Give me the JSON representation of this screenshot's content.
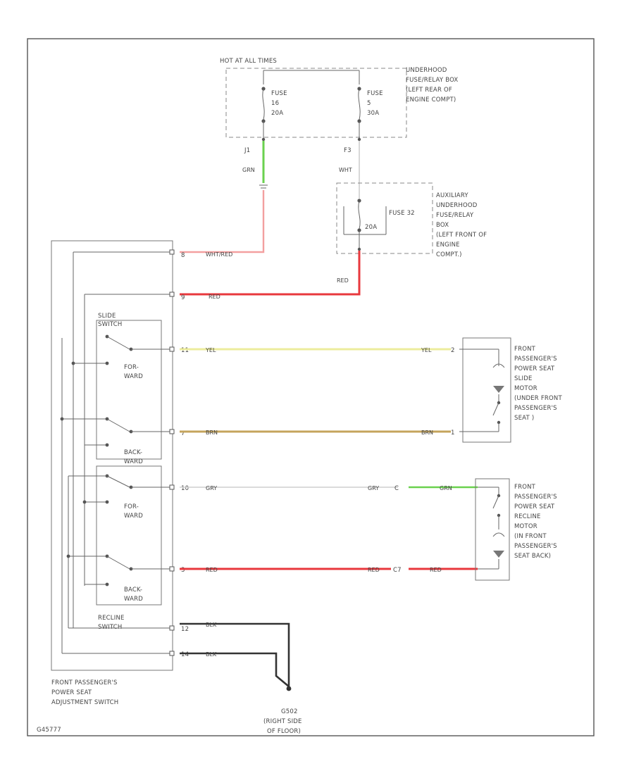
{
  "header": {
    "hot_at_all_times": "HOT AT ALL TIMES"
  },
  "underhood_box": {
    "label": [
      "UNDERHOOD",
      "FUSE/RELAY BOX",
      "(LEFT REAR OF",
      "ENGINE COMPT)"
    ],
    "fuse_a": [
      "FUSE",
      "16",
      "20A"
    ],
    "fuse_b": [
      "FUSE",
      "5",
      "30A"
    ],
    "pin_a": "J1",
    "pin_b": "F3"
  },
  "aux_box": {
    "label": [
      "AUXILIARY",
      "UNDERHOOD",
      "FUSE/RELAY",
      "BOX",
      "(LEFT FRONT OF",
      "ENGINE",
      "COMPT.)"
    ],
    "fuse_label": "FUSE 32",
    "fuse_rating": "20A"
  },
  "wires": {
    "grn": "GRN",
    "wht": "WHT",
    "wht_red": "WHT/RED",
    "red": "RED",
    "yel": "YEL",
    "brn": "BRN",
    "gry": "GRY",
    "blk": "BLK"
  },
  "switch": {
    "slide_title": [
      "SLIDE",
      "SWITCH"
    ],
    "recline_title": [
      "RECLINE",
      "SWITCH"
    ],
    "forward": [
      "FOR-",
      "WARD"
    ],
    "backward": [
      "BACK-",
      "WARD"
    ],
    "main_label": [
      "FRONT PASSENGER'S",
      "POWER SEAT",
      "ADJUSTMENT SWITCH"
    ],
    "pins": [
      "8",
      "9",
      "11",
      "7",
      "10",
      "3",
      "12",
      "14"
    ]
  },
  "slide_motor": {
    "label": [
      "FRONT",
      "PASSENGER'S",
      "POWER SEAT",
      "SLIDE",
      "MOTOR",
      "(UNDER FRONT",
      "PASSENGER'S",
      "SEAT )"
    ],
    "pins": [
      "2",
      "1"
    ]
  },
  "recline_motor": {
    "label": [
      "FRONT",
      "PASSENGER'S",
      "POWER SEAT",
      "RECLINE",
      "MOTOR",
      "(IN FRONT",
      "PASSENGER'S",
      "SEAT BACK)"
    ],
    "pins": [
      "C",
      "C7"
    ]
  },
  "ground": {
    "label": [
      "G502",
      "(RIGHT SIDE",
      "OF FLOOR)"
    ]
  },
  "footer": {
    "ref": "G45777"
  },
  "colors": {
    "red": "#e8383d",
    "pink": "#f3a0a0",
    "green": "#6ad14e",
    "yellow": "#ecec9c",
    "brown": "#c5a45c",
    "gray": "#c8c8c8",
    "black": "#333333"
  }
}
